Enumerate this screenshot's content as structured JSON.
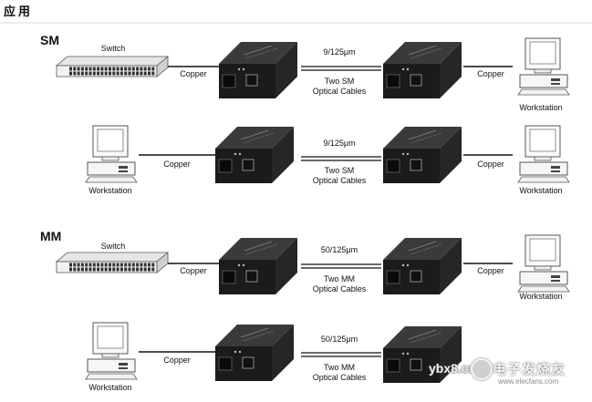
{
  "header": {
    "title": "应用"
  },
  "sections": [
    {
      "label": "SM"
    },
    {
      "label": "MM"
    }
  ],
  "rows": [
    {
      "left_device": "Switch",
      "left_cable": "Copper",
      "fiber_spec": "9/125μm",
      "fiber_desc_1": "Two SM",
      "fiber_desc_2": "Optical Cables",
      "right_cable": "Copper",
      "right_device": "Workstation"
    },
    {
      "left_device": "Workstation",
      "left_cable": "Copper",
      "fiber_spec": "9/125μm",
      "fiber_desc_1": "Two SM",
      "fiber_desc_2": "Optical Cables",
      "right_cable": "Copper",
      "right_device": "Workstation"
    },
    {
      "left_device": "Switch",
      "left_cable": "Copper",
      "fiber_spec": "50/125μm",
      "fiber_desc_1": "Two MM",
      "fiber_desc_2": "Optical Cables",
      "right_cable": "Copper",
      "right_device": "Workstation"
    },
    {
      "left_device": "Workstation",
      "left_cable": "Copper",
      "fiber_spec": "50/125μm",
      "fiber_desc_1": "Two MM",
      "fiber_desc_2": "Optical Cables",
      "right_cable": "",
      "right_device": ""
    }
  ],
  "watermark": {
    "left": "ybx8.cn",
    "right": "电子发烧友",
    "url": "www.elecfans.com"
  },
  "colors": {
    "converter": "#1b1b1b",
    "cable": "#111111",
    "device_outline": "#555555"
  }
}
